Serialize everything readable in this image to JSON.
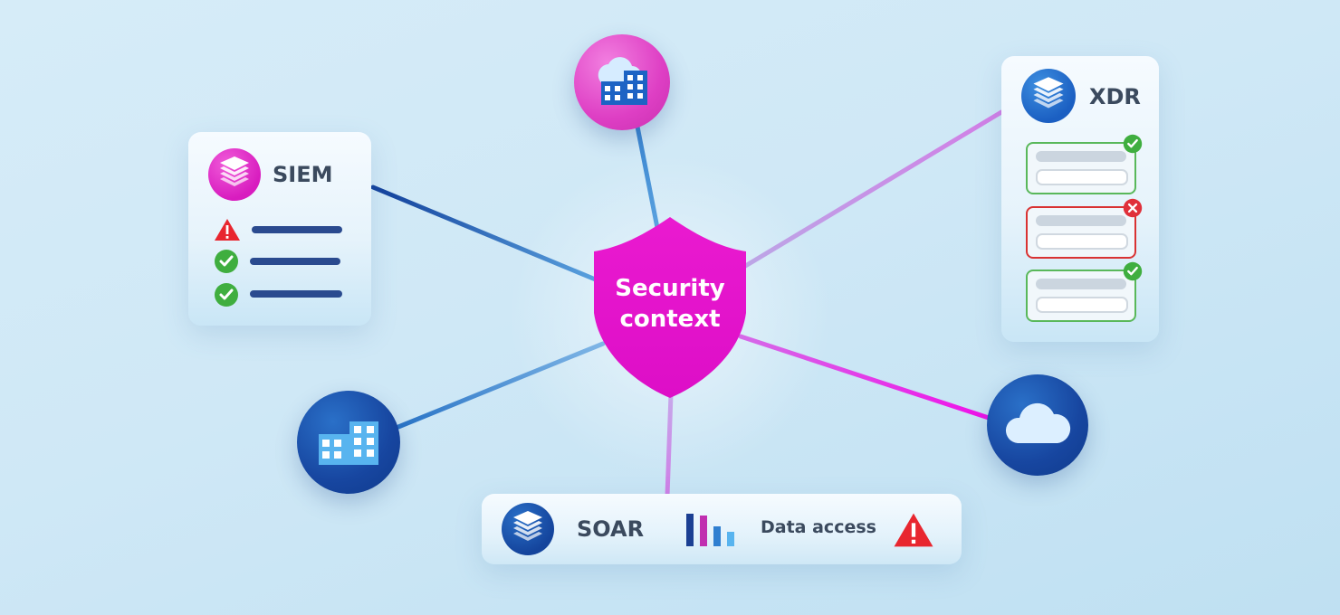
{
  "hub": {
    "line1": "Security",
    "line2": "context"
  },
  "siem": {
    "title": "SIEM",
    "rows": [
      "warning",
      "ok",
      "ok"
    ]
  },
  "xdr": {
    "title": "XDR",
    "entries": [
      "ok",
      "error",
      "ok"
    ]
  },
  "soar": {
    "title": "SOAR",
    "data_label": "Data access"
  },
  "icons": {
    "hub": "shield-icon",
    "cloud_building": "cloud-building-icon",
    "building": "building-icon",
    "cloud": "cloud-icon",
    "layers": "layers-icon",
    "bar_chart": "bar-chart-icon",
    "warning": "warning-icon",
    "check": "check-icon",
    "error": "error-icon"
  },
  "colors": {
    "magenta": "#e312c8",
    "navy": "#1b3f93",
    "blue": "#2f7fd0",
    "ok": "#3fae3f",
    "error": "#d93232",
    "warning": "#e8262f"
  }
}
